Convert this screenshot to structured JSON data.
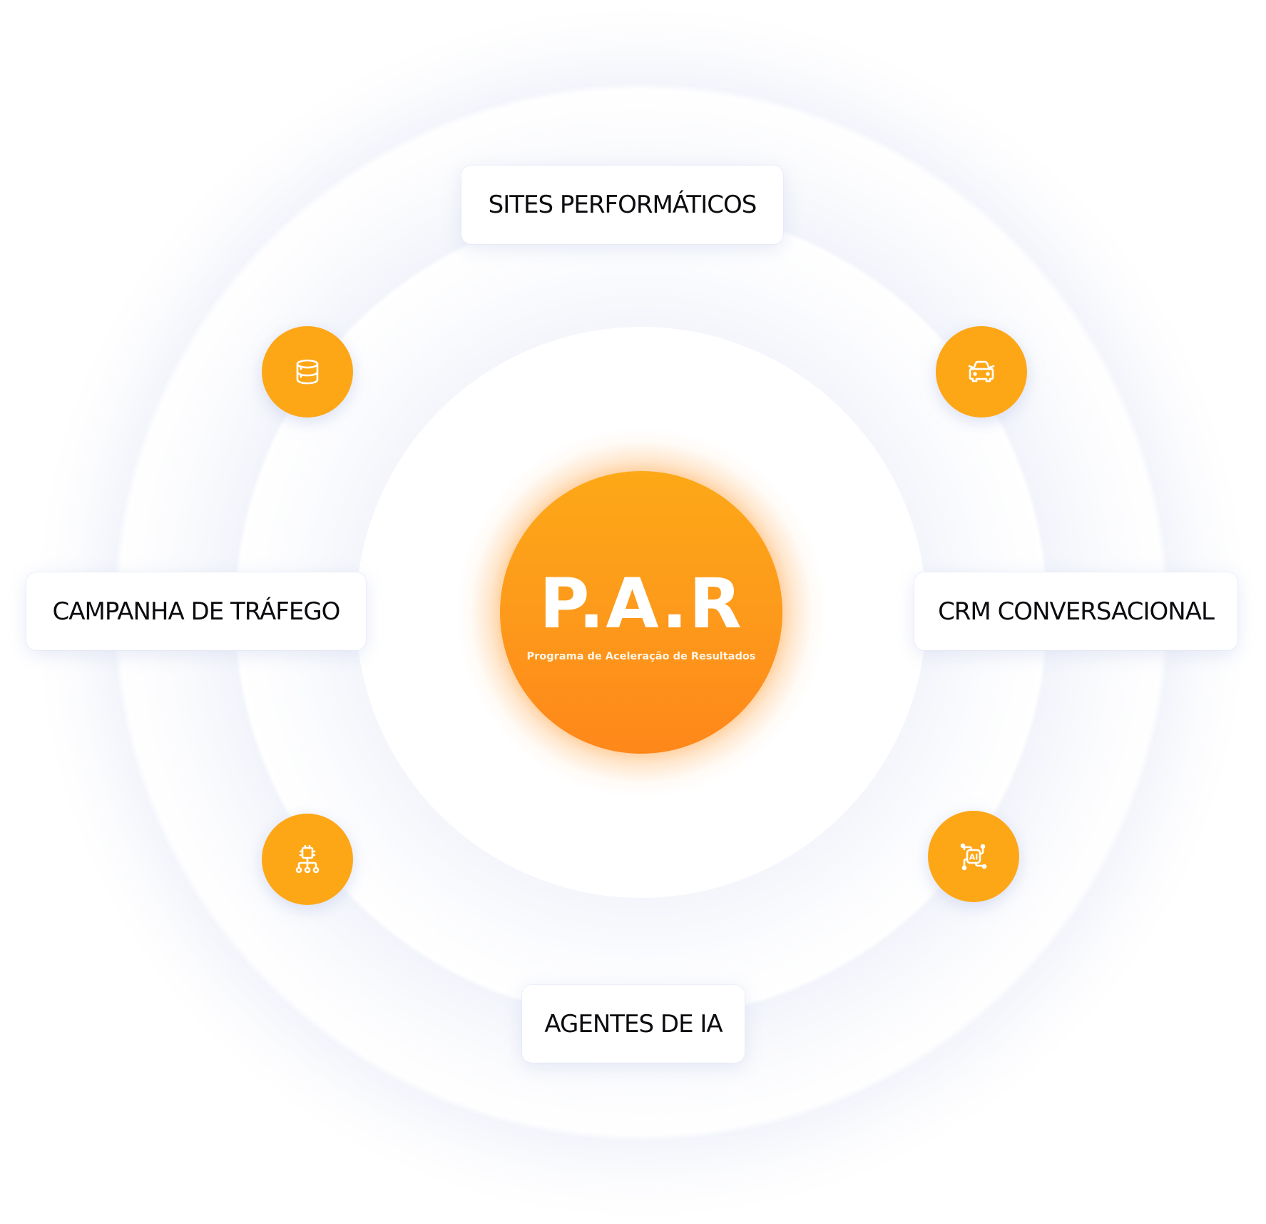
{
  "center": {
    "title": "P.A.R",
    "subtitle": "Programa de Aceleração de Resultados"
  },
  "labels": {
    "top": "SITES PERFORMÁTICOS",
    "left": "CAMPANHA DE TRÁFEGO",
    "right": "CRM CONVERSACIONAL",
    "bottom": "AGENTES DE IA"
  },
  "icons": [
    {
      "position": "top-left",
      "name": "database-icon"
    },
    {
      "position": "top-right",
      "name": "car-icon"
    },
    {
      "position": "bottom-left",
      "name": "chip-network-icon"
    },
    {
      "position": "bottom-right",
      "name": "ai-chip-icon",
      "glyph_text": "AI"
    }
  ],
  "colors": {
    "accent_orange": "#fda717",
    "center_gradient_top": "#fda817",
    "center_gradient_bottom": "#ff871a",
    "label_text": "#0c0c10",
    "ring_tint": "#f3f5fb",
    "background": "#ffffff"
  }
}
